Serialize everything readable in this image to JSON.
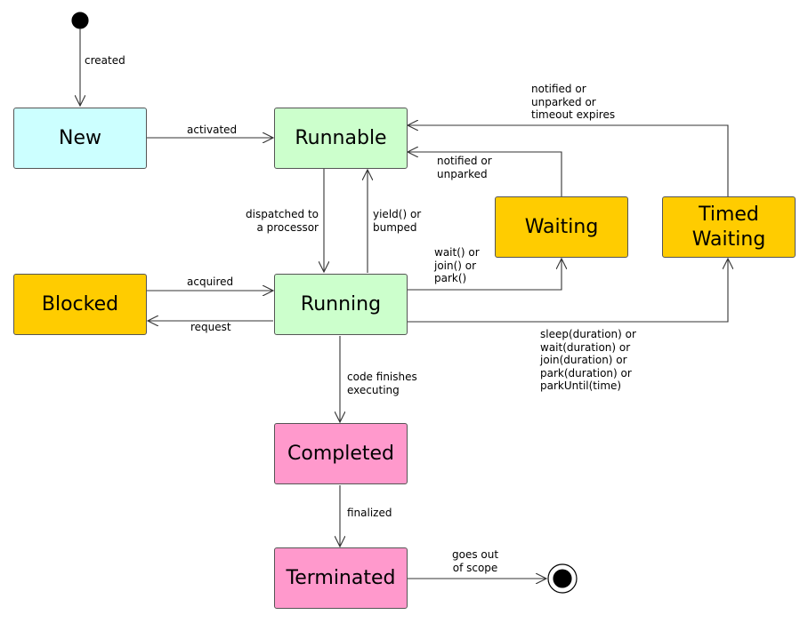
{
  "colors": {
    "new": "#ccffff",
    "runnable": "#ccffcc",
    "running": "#ccffcc",
    "waiting": "#ffcc00",
    "timed_waiting": "#ffcc00",
    "blocked": "#ffcc00",
    "completed": "#ff99cc",
    "terminated": "#ff99cc"
  },
  "states": {
    "new": "New",
    "runnable": "Runnable",
    "running": "Running",
    "waiting": "Waiting",
    "timed_waiting": "Timed\nWaiting",
    "blocked": "Blocked",
    "completed": "Completed",
    "terminated": "Terminated"
  },
  "transitions": {
    "created": "created",
    "activated": "activated",
    "dispatched": "dispatched to\na processor",
    "yield": "yield() or\nbumped",
    "notified_unparked": "notified or\nunparked",
    "notified_timeout": "notified or\nunparked or\ntimeout expires",
    "wait": "wait() or\njoin() or\npark()",
    "timed_wait": "sleep(duration) or\nwait(duration) or\njoin(duration) or\npark(duration) or\nparkUntil(time)",
    "acquired": "acquired",
    "request": "request",
    "code_finishes": "code finishes\nexecuting",
    "finalized": "finalized",
    "out_of_scope": "goes out\nof scope"
  }
}
